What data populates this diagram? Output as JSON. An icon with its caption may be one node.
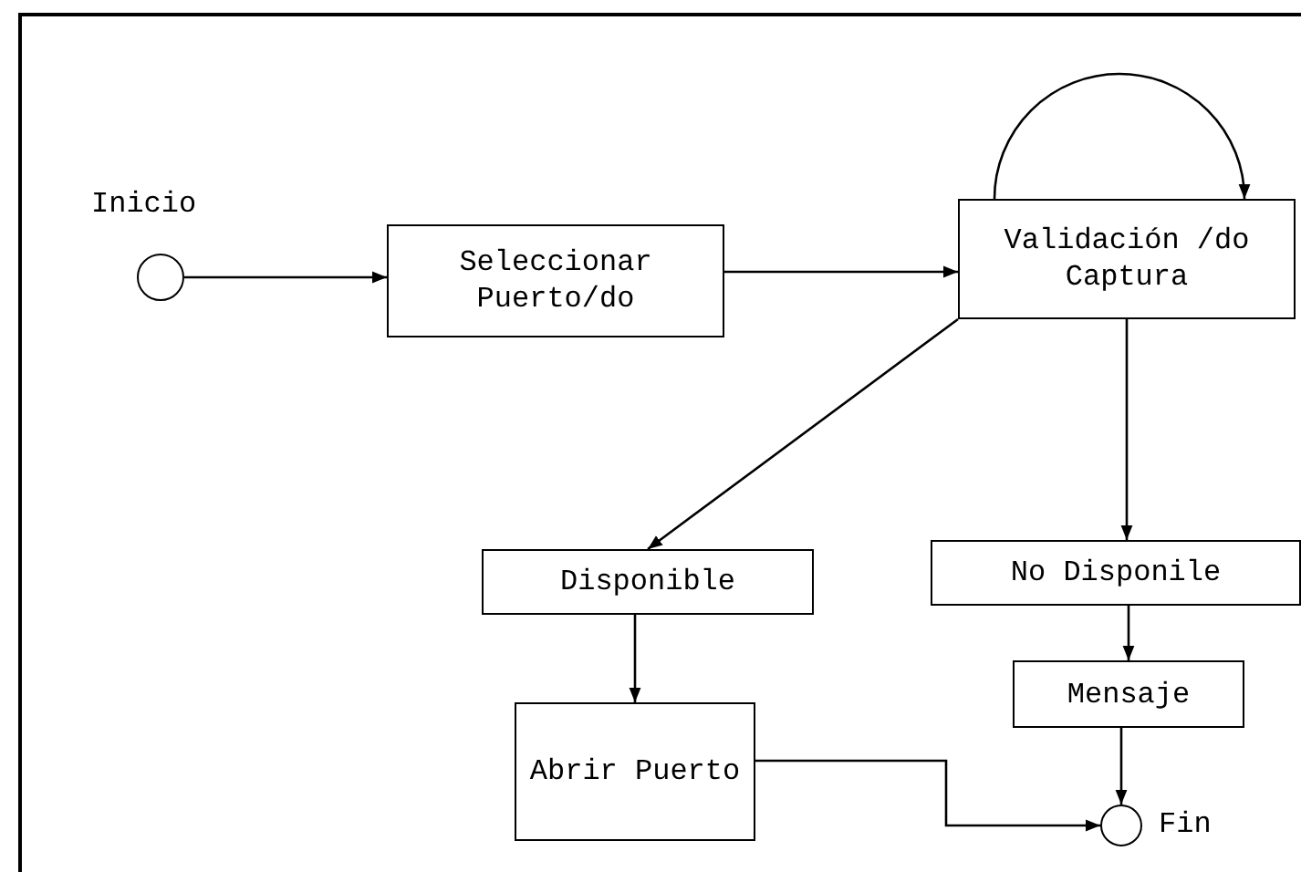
{
  "diagram": {
    "nodes": [
      {
        "text": [],
        "shape": "circle",
        "beside": [
          "Inicio"
        ]
      },
      {
        "text": [
          "Seleccionar Puerto/do"
        ]
      },
      {
        "text": [
          "Validación /do Captura"
        ]
      },
      {
        "text": [
          "Disponible"
        ]
      },
      {
        "text": [
          "No Disponile"
        ]
      },
      {
        "text": [
          "Mensaje"
        ]
      },
      {
        "text": [
          "Abrir Puerto"
        ]
      },
      {
        "text": [],
        "shape": "circle",
        "beside": [
          "Fin"
        ]
      }
    ],
    "edges": [
      {
        "from": 0,
        "to": 1,
        "arrow": "to"
      },
      {
        "from": 1,
        "to": 2,
        "arrow": "to"
      },
      {
        "from": 2,
        "to": 2,
        "arrow": "to"
      },
      {
        "from": 2,
        "to": 3,
        "arrow": "to"
      },
      {
        "from": 2,
        "to": 4,
        "arrow": "to"
      },
      {
        "from": 4,
        "to": 5,
        "arrow": "to"
      },
      {
        "from": 5,
        "to": 7,
        "arrow": "to"
      },
      {
        "from": 6,
        "to": 7,
        "arrow": "to"
      },
      {
        "from": 3,
        "to": 6,
        "arrow": "to"
      }
    ]
  }
}
